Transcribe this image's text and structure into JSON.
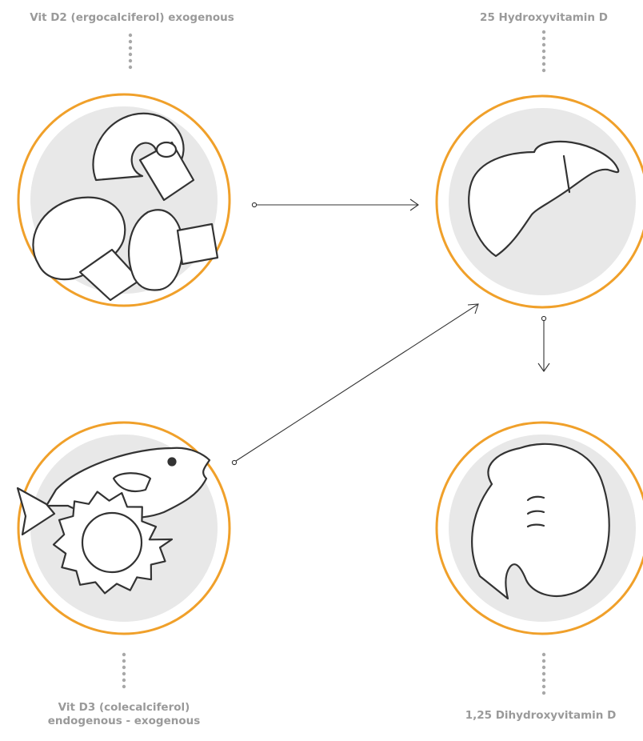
{
  "nodes": {
    "vit_d2": {
      "label": "Vit D2 (ergocalciferol) exogenous",
      "icon": "mushroom-icon"
    },
    "hydroxy_25": {
      "label": "25 Hydroxyvitamin D",
      "icon": "liver-icon"
    },
    "vit_d3": {
      "label_line1": "Vit D3 (colecalciferol)",
      "label_line2": "endogenous - exogenous",
      "icon": "fish-sun-icon"
    },
    "dihydroxy_125": {
      "label": "1,25 Dihydroxyvitamin D",
      "icon": "kidney-icon"
    }
  },
  "edges": [
    {
      "from": "vit_d2",
      "to": "hydroxy_25"
    },
    {
      "from": "vit_d3",
      "to": "hydroxy_25"
    },
    {
      "from": "hydroxy_25",
      "to": "dihydroxy_125"
    }
  ],
  "colors": {
    "ring": "#f0a02a",
    "fill": "#e8e8e8",
    "stroke": "#333333",
    "label": "#9a9a9a",
    "dots": "#a8a8a8"
  }
}
